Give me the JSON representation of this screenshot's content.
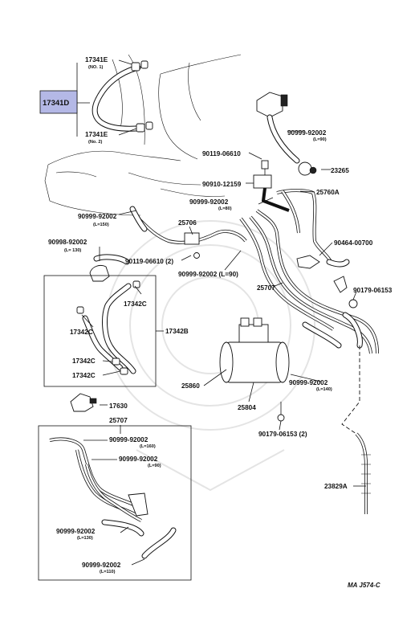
{
  "labels": {
    "p17341E_1": "17341E",
    "p17341E_1_sub": "(NO. 1)",
    "p17341D": "17341D",
    "p17341E_2": "17341E",
    "p17341E_2_sub": "(No. 2)",
    "p90999_92002_top": "90999-92002",
    "p90999_92002_top_sub": "(L=90)",
    "p90119_06610_top": "90119-06610",
    "p23265": "23265",
    "p90910_12159": "90910-12159",
    "p25760A": "25760A",
    "p90999_92002_mid": "90999-92002",
    "p90999_92002_mid_sub": "(L=80)",
    "p90999_92002_left": "90999-92002",
    "p90999_92002_left_sub": "(L=150)",
    "p25706": "25706",
    "p90998_92002": "90998-92002",
    "p90998_92002_sub": "(L= 130)",
    "p90464_00700": "90464-00700",
    "p90119_06610_2": "90119-06610 (2)",
    "p90999_92002_l90": "90999-92002 (L=90)",
    "p17342C_a": "17342C",
    "p25707_mid": "25707",
    "p90179_06153": "90179-06153",
    "p17342C_b": "17342C",
    "p17342B": "17342B",
    "p17342C_c": "17342C",
    "p17342C_d": "17342C",
    "p25860": "25860",
    "p90999_92002_140": "90999-92002",
    "p90999_92002_140_sub": "(L=140)",
    "p25804": "25804",
    "p17630": "17630",
    "p25707_box": "25707",
    "p90999_92002_160": "90999-92002",
    "p90999_92002_160_sub": "(L=160)",
    "p90999_92002_90b": "90999-92002",
    "p90999_92002_90b_sub": "(L=90)",
    "p90179_06153_2": "90179-06153 (2)",
    "p90999_92002_130": "90999-92002",
    "p90999_92002_130_sub": "(L=130)",
    "p23829A": "23829A",
    "p90999_92002_110": "90999-92002",
    "p90999_92002_110_sub": "(L=110)",
    "code": "MA  J574-C"
  },
  "colors": {
    "highlight": "#b4b8e6",
    "ink": "#111111"
  }
}
